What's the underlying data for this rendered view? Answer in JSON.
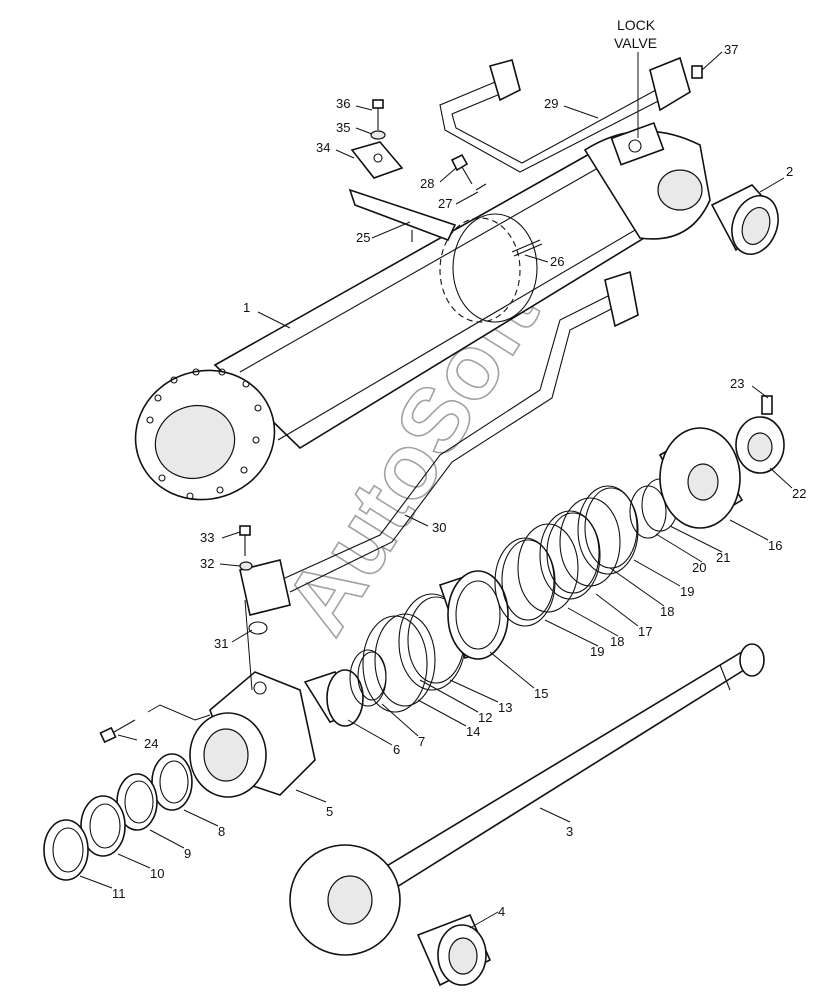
{
  "annotation": {
    "lock_valve_line1": "LOCK",
    "lock_valve_line2": "VALVE"
  },
  "watermark": "AutoSoft",
  "callouts": [
    {
      "n": "1",
      "text": "1"
    },
    {
      "n": "2",
      "text": "2"
    },
    {
      "n": "3",
      "text": "3"
    },
    {
      "n": "4",
      "text": "4"
    },
    {
      "n": "5",
      "text": "5"
    },
    {
      "n": "6",
      "text": "6"
    },
    {
      "n": "7",
      "text": "7"
    },
    {
      "n": "8",
      "text": "8"
    },
    {
      "n": "9",
      "text": "9"
    },
    {
      "n": "10",
      "text": "10"
    },
    {
      "n": "11",
      "text": "11"
    },
    {
      "n": "12",
      "text": "12"
    },
    {
      "n": "13",
      "text": "13"
    },
    {
      "n": "14",
      "text": "14"
    },
    {
      "n": "15",
      "text": "15"
    },
    {
      "n": "16",
      "text": "16"
    },
    {
      "n": "17",
      "text": "17"
    },
    {
      "n": "18a",
      "text": "18"
    },
    {
      "n": "18b",
      "text": "18"
    },
    {
      "n": "19a",
      "text": "19"
    },
    {
      "n": "19b",
      "text": "19"
    },
    {
      "n": "20",
      "text": "20"
    },
    {
      "n": "21",
      "text": "21"
    },
    {
      "n": "22",
      "text": "22"
    },
    {
      "n": "23",
      "text": "23"
    },
    {
      "n": "24",
      "text": "24"
    },
    {
      "n": "25",
      "text": "25"
    },
    {
      "n": "26",
      "text": "26"
    },
    {
      "n": "27",
      "text": "27"
    },
    {
      "n": "28",
      "text": "28"
    },
    {
      "n": "29",
      "text": "29"
    },
    {
      "n": "30",
      "text": "30"
    },
    {
      "n": "31",
      "text": "31"
    },
    {
      "n": "32",
      "text": "32"
    },
    {
      "n": "33",
      "text": "33"
    },
    {
      "n": "34",
      "text": "34"
    },
    {
      "n": "35",
      "text": "35"
    },
    {
      "n": "36",
      "text": "36"
    },
    {
      "n": "37",
      "text": "37"
    }
  ]
}
